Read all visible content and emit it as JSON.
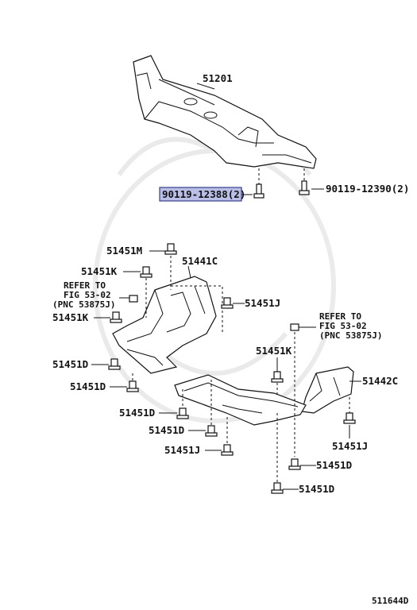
{
  "parts": {
    "crossmember": "51201",
    "bolt_highlighted": "90119-12388(2)",
    "bolt_right": "90119-12390(2)",
    "cover_left": "51441C",
    "cover_right": "51442C",
    "clip_m": "51451M",
    "clip_k_1": "51451K",
    "clip_k_2": "51451K",
    "clip_k_3": "51451K",
    "clip_j_1": "51451J",
    "clip_j_2": "51451J",
    "clip_j_3": "51451J",
    "clip_d_1": "51451D",
    "clip_d_2": "51451D",
    "clip_d_3": "51451D",
    "clip_d_4": "51451D",
    "clip_d_5": "51451D",
    "clip_d_6": "51451D"
  },
  "refer_left": {
    "line1": "REFER TO",
    "line2": "FIG 53-02",
    "line3": "(PNC 53875J)"
  },
  "refer_right": {
    "line1": "REFER TO",
    "line2": "FIG 53-02",
    "line3": "(PNC 53875J)"
  },
  "figure_id": "511644D",
  "colors": {
    "highlight": "#b9bfe6",
    "ink": "#111111"
  }
}
